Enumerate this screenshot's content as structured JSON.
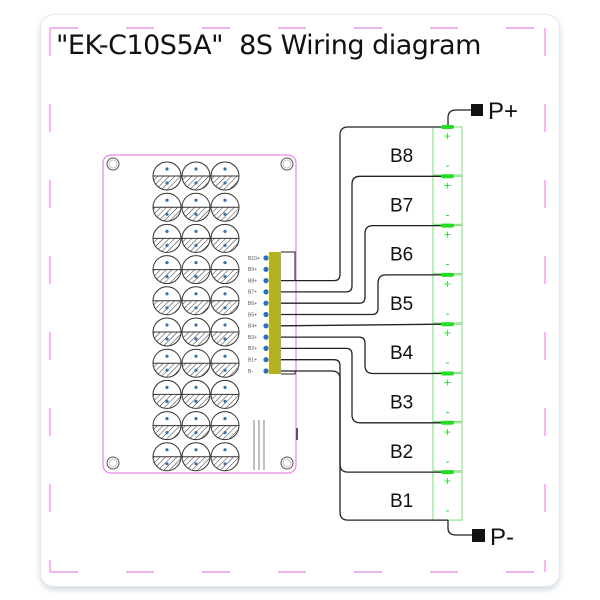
{
  "title": "\"EK-C10S5A\"  8S Wiring diagram",
  "board": {
    "pin_labels": [
      "B10+",
      "B9+",
      "B8+",
      "B7+",
      "B6+",
      "B5+",
      "B4+",
      "B3+",
      "B2+",
      "B1+",
      "B-"
    ]
  },
  "cells": [
    {
      "label": "B8",
      "plus": "+",
      "minus": "-"
    },
    {
      "label": "B7",
      "plus": "+",
      "minus": "-"
    },
    {
      "label": "B6",
      "plus": "+",
      "minus": "-"
    },
    {
      "label": "B5",
      "plus": "+",
      "minus": "-"
    },
    {
      "label": "B4",
      "plus": "+",
      "minus": "-"
    },
    {
      "label": "B3",
      "plus": "+",
      "minus": "-"
    },
    {
      "label": "B2",
      "plus": "+",
      "minus": "-"
    },
    {
      "label": "B1",
      "plus": "+",
      "minus": "-"
    }
  ],
  "terminals": {
    "positive": "P+",
    "negative": "P-"
  },
  "colors": {
    "frame": "#ee88ee",
    "cell": "#22dd22",
    "connector": "#b5b020",
    "pin": "#2a6fc0",
    "wire": "#222222"
  }
}
